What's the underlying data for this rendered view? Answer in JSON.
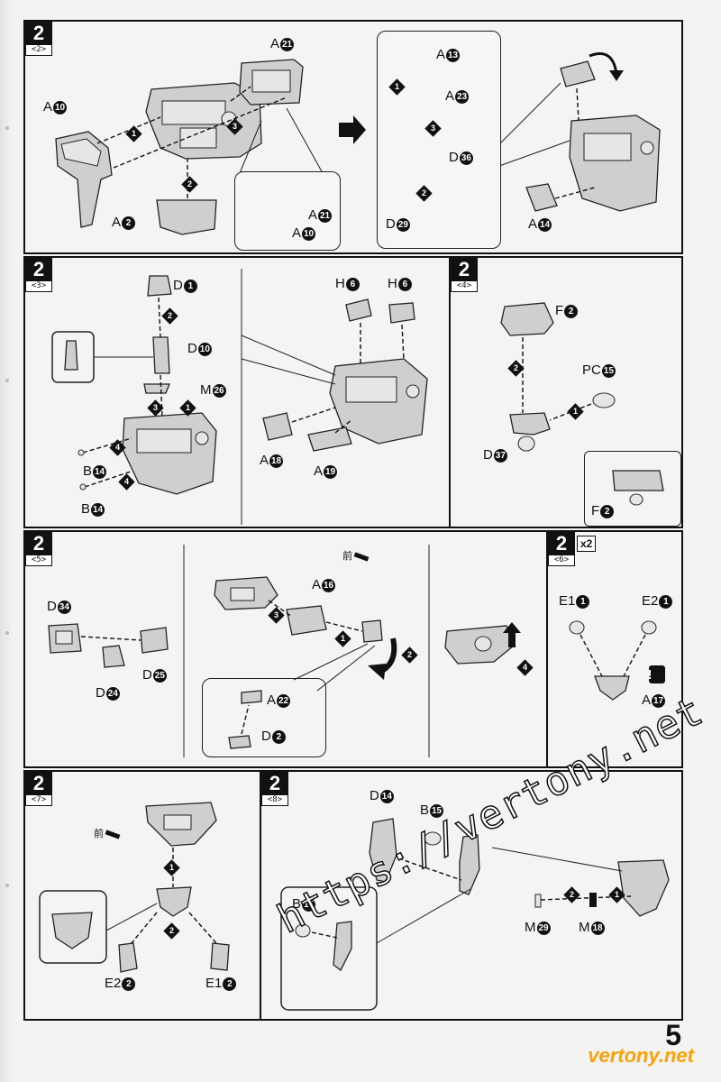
{
  "page_number": "5",
  "watermark": "https://vertony.net",
  "corner_mark": "vertony.net",
  "direction_label": "前",
  "caution_mark": "!",
  "steps": [
    {
      "step": "2",
      "sub": "<2>",
      "labels": [
        [
          "A",
          "21"
        ],
        [
          "A",
          "10"
        ],
        [
          "A",
          "2"
        ],
        [
          "A",
          "21"
        ],
        [
          "A",
          "10"
        ],
        [
          "A",
          "13"
        ],
        [
          "A",
          "23"
        ],
        [
          "D",
          "36"
        ],
        [
          "D",
          "29"
        ],
        [
          "A",
          "14"
        ]
      ],
      "orders": [
        "1",
        "2",
        "3",
        "1",
        "3",
        "2"
      ]
    },
    {
      "step": "2",
      "sub": "<3>",
      "labels": [
        [
          "D",
          "1"
        ],
        [
          "D",
          "10"
        ],
        [
          "M",
          "26"
        ],
        [
          "B",
          "14"
        ],
        [
          "B",
          "14"
        ],
        [
          "H",
          "6"
        ],
        [
          "H",
          "6"
        ],
        [
          "A",
          "18"
        ],
        [
          "A",
          "19"
        ]
      ],
      "orders": [
        "2",
        "1",
        "3",
        "4",
        "4"
      ]
    },
    {
      "step": "2",
      "sub": "<4>",
      "labels": [
        [
          "F",
          "2"
        ],
        [
          "PC",
          "15"
        ],
        [
          "D",
          "37"
        ],
        [
          "F",
          "2"
        ]
      ],
      "orders": [
        "2",
        "1"
      ]
    },
    {
      "step": "2",
      "sub": "<5>",
      "labels": [
        [
          "D",
          "34"
        ],
        [
          "D",
          "25"
        ],
        [
          "D",
          "24"
        ],
        [
          "A",
          "16"
        ],
        [
          "A",
          "22"
        ],
        [
          "D",
          "2"
        ]
      ],
      "orders": [
        "3",
        "1",
        "2",
        "4"
      ]
    },
    {
      "step": "2",
      "sub": "<6>",
      "multiplier": "x2",
      "labels": [
        [
          "E1",
          "1"
        ],
        [
          "E2",
          "1"
        ],
        [
          "A",
          "17"
        ]
      ]
    },
    {
      "step": "2",
      "sub": "<7>",
      "labels": [
        [
          "E2",
          "2"
        ],
        [
          "E1",
          "2"
        ]
      ],
      "orders": [
        "1",
        "2"
      ]
    },
    {
      "step": "2",
      "sub": "<8>",
      "labels": [
        [
          "D",
          "14"
        ],
        [
          "B",
          "15"
        ],
        [
          "B",
          "15"
        ],
        [
          "M",
          "29"
        ],
        [
          "M",
          "18"
        ]
      ],
      "orders": [
        "2",
        "1"
      ]
    }
  ]
}
